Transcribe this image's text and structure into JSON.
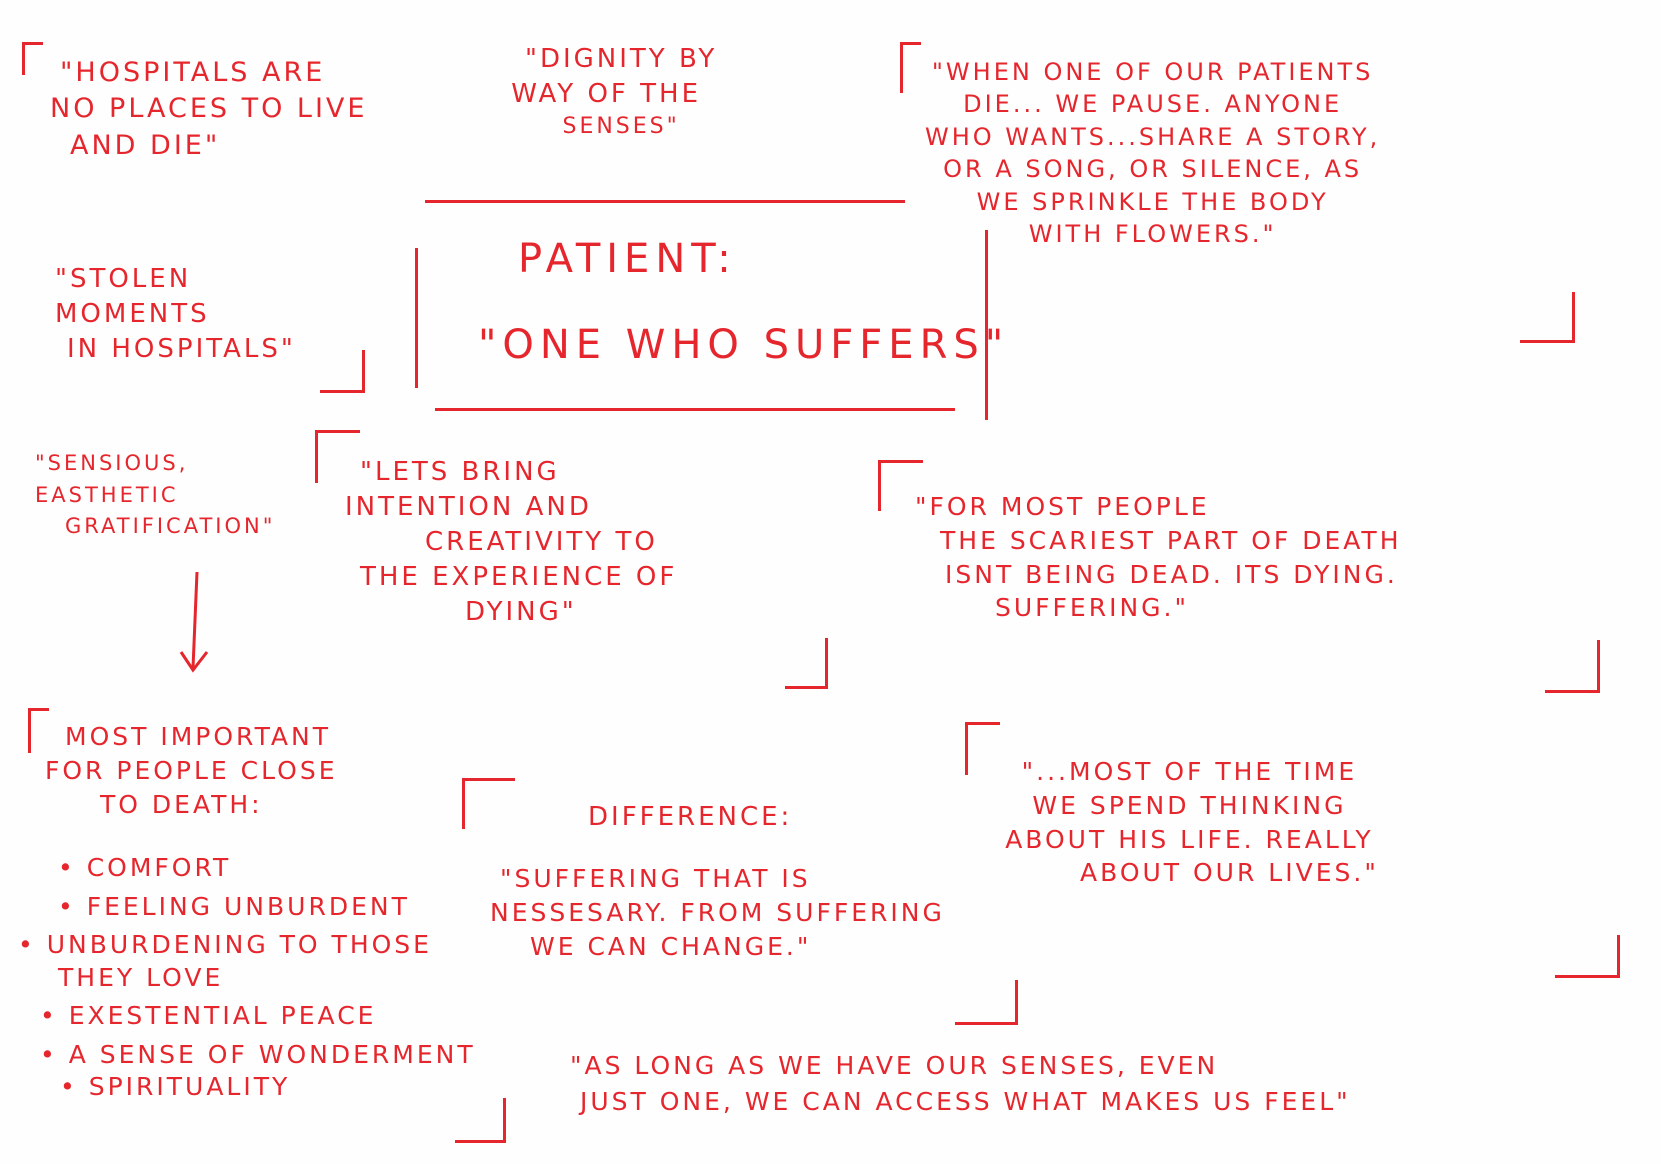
{
  "notes": {
    "hospitals": [
      "\"HOSPITALS ARE",
      "NO PLACES TO LIVE",
      "AND DIE\""
    ],
    "dignity": [
      "\"DIGNITY BY",
      "WAY OF THE",
      "SENSES\""
    ],
    "when_patients": [
      "\"WHEN ONE OF OUR PATIENTS",
      "DIE... WE PAUSE. ANYONE",
      "WHO WANTS...SHARE A STORY,",
      "OR A SONG, OR SILENCE, AS",
      "WE SPRINKLE THE BODY",
      "WITH FLOWERS.\""
    ],
    "stolen": [
      "\"STOLEN",
      "MOMENTS",
      "IN HOSPITALS\""
    ],
    "patient_title": "PATIENT:",
    "patient_def": "\"ONE WHO SUFFERS\"",
    "sensious": [
      "\"SENSIOUS,",
      "EASTHETIC",
      "GRATIFICATION\""
    ],
    "lets_bring": [
      "\"LETS BRING",
      "INTENTION AND",
      "CREATIVITY TO",
      "THE EXPERIENCE OF",
      "DYING\""
    ],
    "most_people": [
      "\"FOR MOST PEOPLE",
      "THE SCARIEST PART OF DEATH",
      "ISNT BEING DEAD. ITS DYING.",
      "SUFFERING.\""
    ],
    "most_important": [
      "MOST IMPORTANT",
      "FOR PEOPLE CLOSE",
      "TO DEATH:"
    ],
    "bullets": [
      "COMFORT",
      "FEELING UNBURDENT",
      "UNBURDENING TO THOSE",
      "THEY LOVE",
      "EXESTENTIAL PEACE",
      "A SENSE OF WONDERMENT",
      "SPIRITUALITY"
    ],
    "difference_title": "DIFFERENCE:",
    "difference": [
      "\"SUFFERING THAT IS",
      "NESSESARY. FROM SUFFERING",
      "WE CAN CHANGE.\""
    ],
    "most_time": [
      "\"...MOST OF THE TIME",
      "WE SPEND THINKING",
      "ABOUT HIS LIFE. REALLY",
      "ABOUT OUR LIVES.\""
    ],
    "senses": [
      "\"AS LONG AS WE HAVE OUR SENSES, EVEN",
      "JUST ONE, WE CAN ACCESS WHAT MAKES US FEEL\""
    ]
  },
  "colors": {
    "ink": "#e5262d",
    "paper": "#fefefe"
  }
}
